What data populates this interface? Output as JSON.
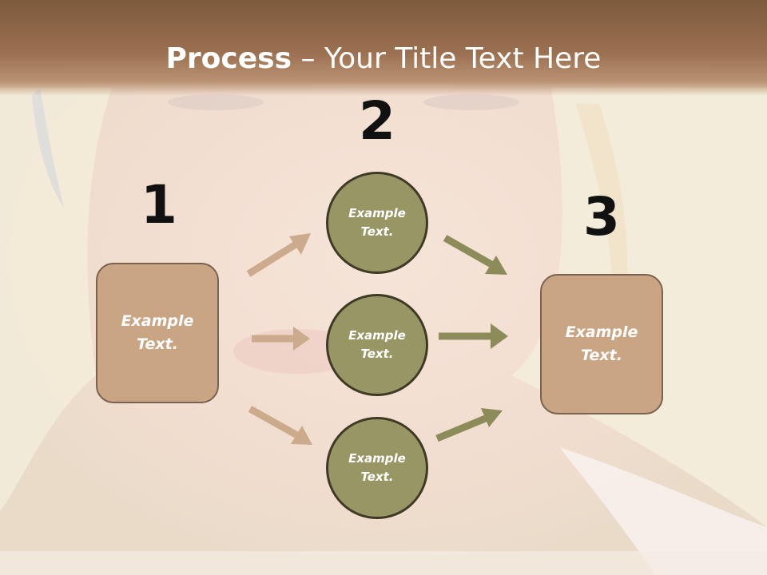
{
  "title": {
    "bold": "Process",
    "rest": " – Your Title Text Here"
  },
  "steps": {
    "one": {
      "number": "1",
      "text": "Example Text."
    },
    "two": {
      "number": "2"
    },
    "three": {
      "number": "3",
      "text": "Example Text."
    }
  },
  "circles": [
    {
      "text": "Example Text."
    },
    {
      "text": "Example Text."
    },
    {
      "text": "Example Text."
    }
  ],
  "colors": {
    "header": "#8a6446",
    "box_fill": "#c9a584",
    "circle_fill": "#979664",
    "arrow_left": "#c9a584",
    "arrow_right": "#8c8c5a"
  }
}
